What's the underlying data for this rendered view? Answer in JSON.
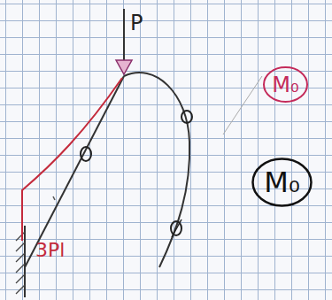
{
  "diagram": {
    "nodes": [
      {
        "text": [
          "M₀"
        ]
      },
      {
        "text": [
          "M₀"
        ]
      }
    ],
    "labels": [
      "P",
      "3Pl"
    ]
  }
}
